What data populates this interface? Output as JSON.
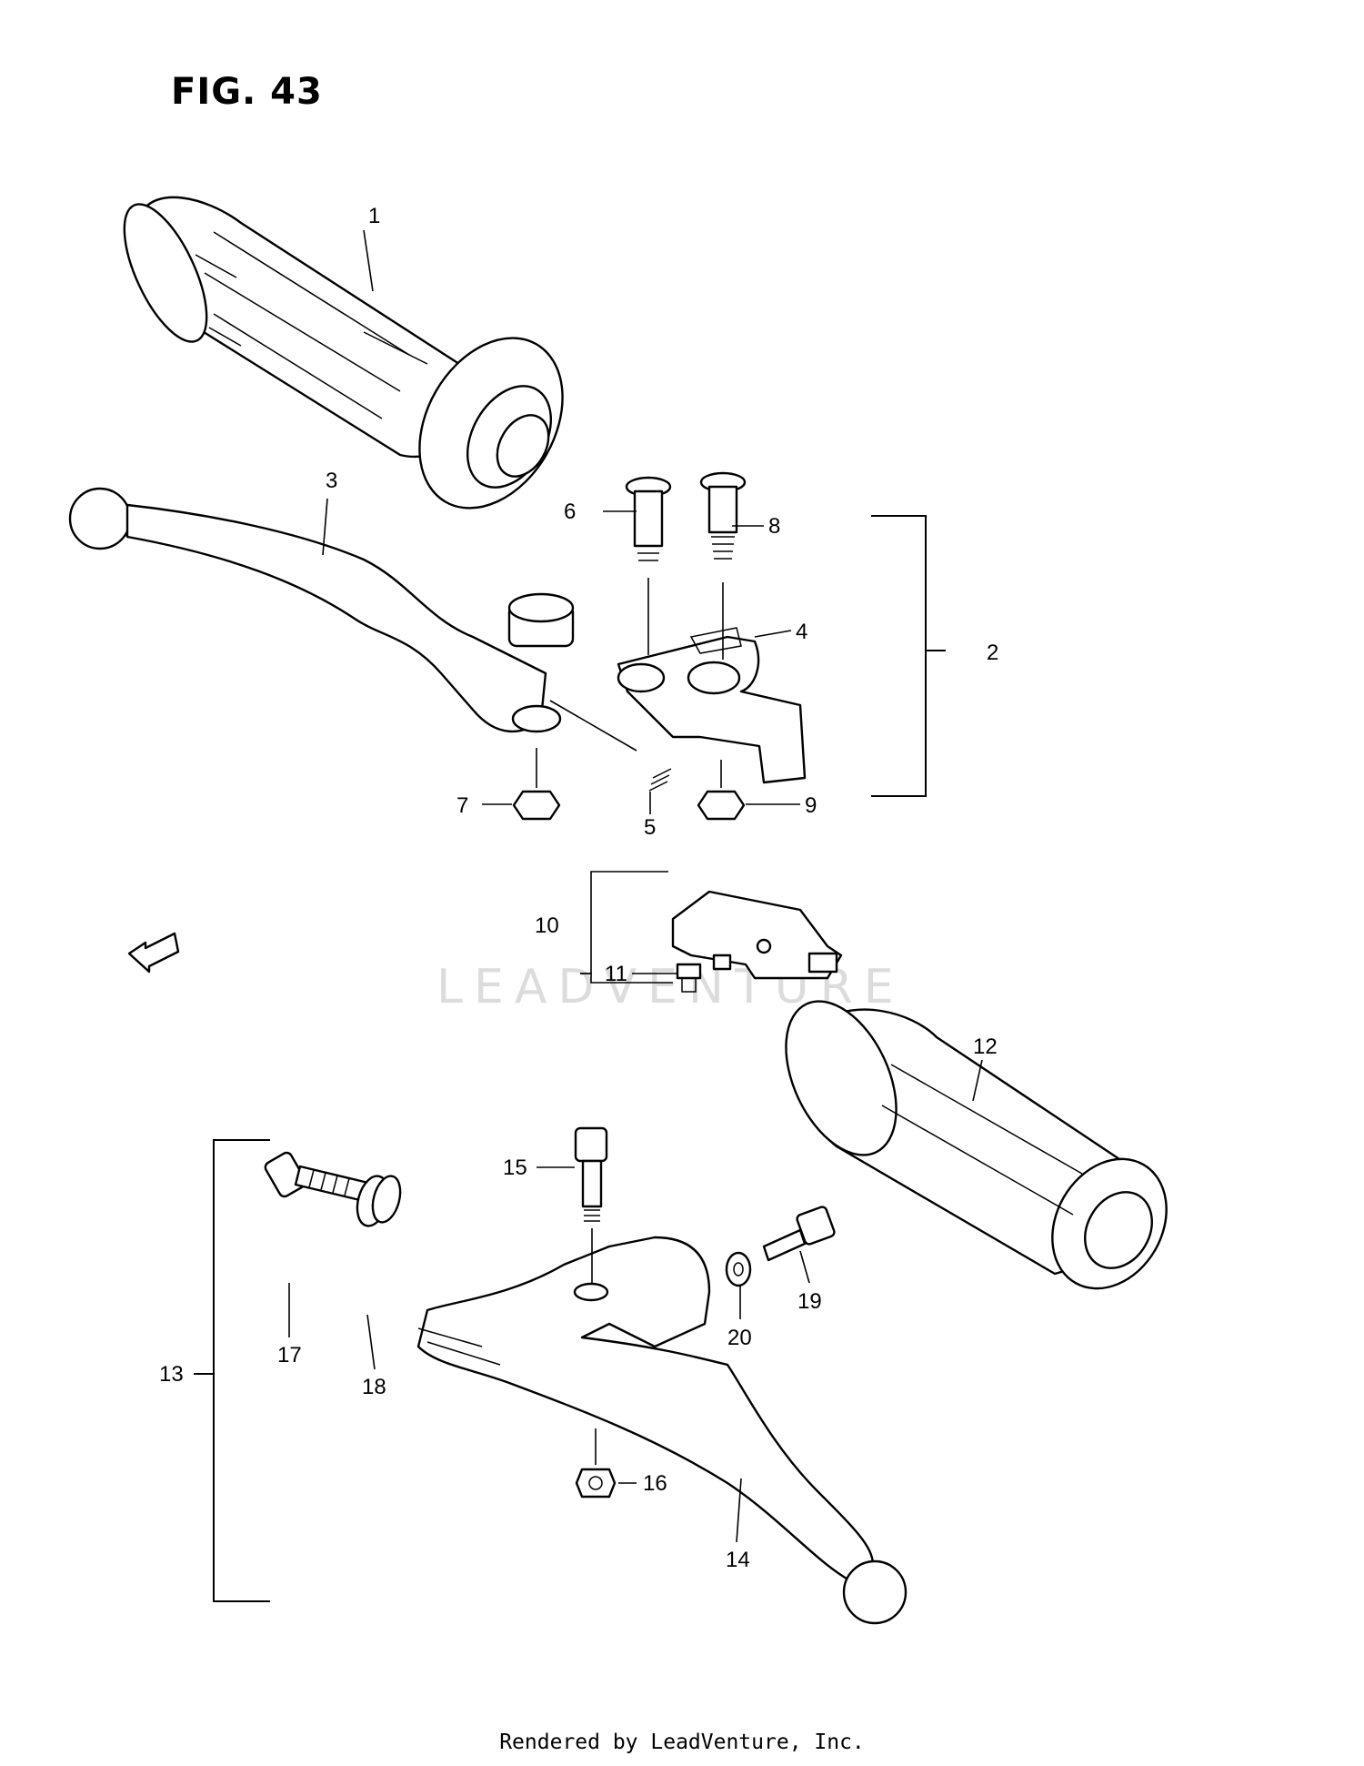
{
  "figure": {
    "title": "FIG. 43"
  },
  "watermark": "LEADVENTURE",
  "footer": "Rendered by LeadVenture, Inc.",
  "direction_icon": {
    "label": "FWD",
    "icon": "forward-arrow-icon"
  },
  "callouts": {
    "c1": "1",
    "c2": "2",
    "c3": "3",
    "c4": "4",
    "c5": "5",
    "c6": "6",
    "c7": "7",
    "c8": "8",
    "c9": "9",
    "c10": "10",
    "c11": "11",
    "c12": "12",
    "c13": "13",
    "c14": "14",
    "c15": "15",
    "c16": "16",
    "c17": "17",
    "c18": "18",
    "c19": "19",
    "c20": "20"
  }
}
